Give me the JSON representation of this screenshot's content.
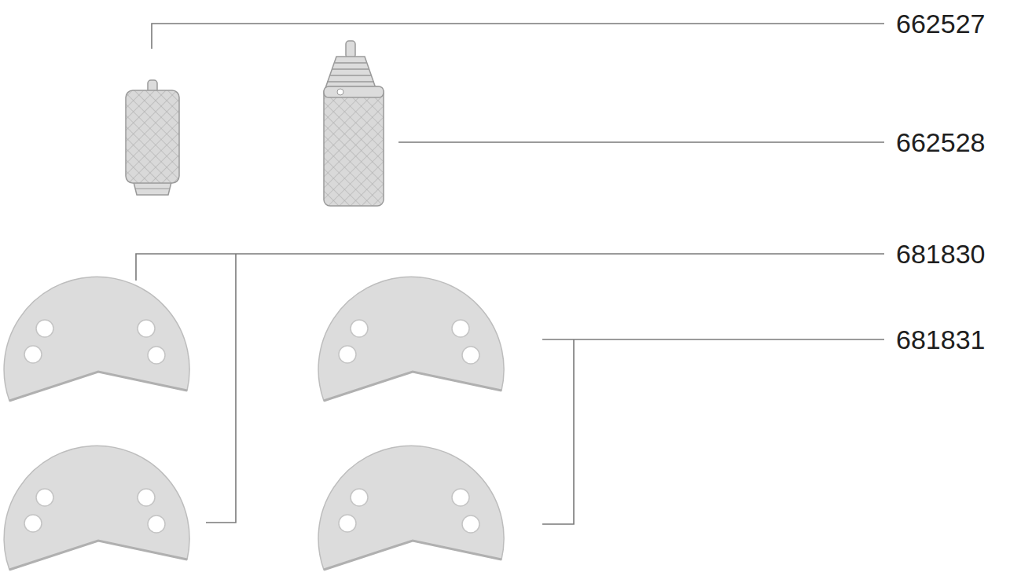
{
  "diagram": {
    "labels": [
      "662527",
      "662528",
      "681830",
      "681831"
    ]
  }
}
